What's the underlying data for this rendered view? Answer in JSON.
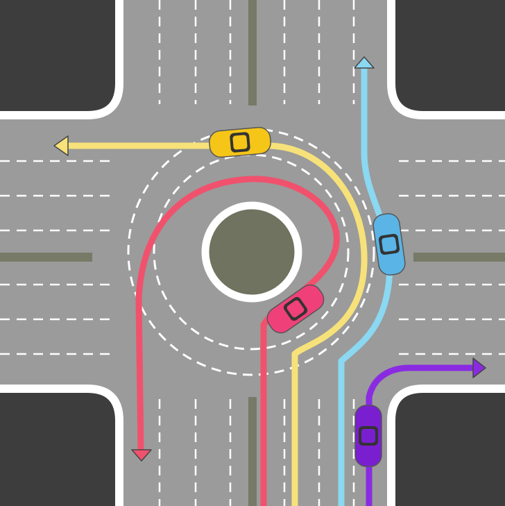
{
  "colors": {
    "road": "#9b9b9b",
    "block": "#3d3d3d",
    "curb": "#ffffff",
    "median": "#777a66",
    "island": "#6f735f",
    "red_route": "#f0526e",
    "yellow_route": "#f7e27a",
    "blue_route": "#8ad8f2",
    "purple_route": "#8a2be2",
    "yellow_car": "#f5c518",
    "blue_car": "#5ab4e6",
    "pink_car": "#f0407a",
    "purple_car": "#7a1fd0"
  },
  "routes": [
    {
      "name": "red",
      "movement": "u-turn"
    },
    {
      "name": "yellow",
      "movement": "left-turn"
    },
    {
      "name": "blue",
      "movement": "straight"
    },
    {
      "name": "purple",
      "movement": "right-turn"
    }
  ]
}
